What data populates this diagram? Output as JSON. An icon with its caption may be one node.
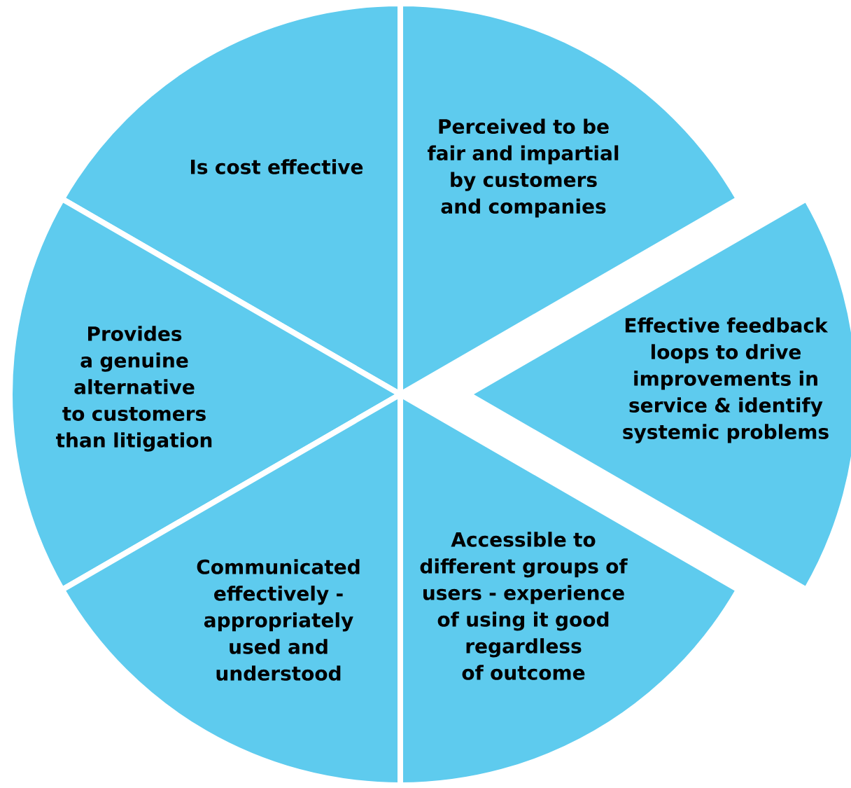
{
  "diagram": {
    "nodes": [
      {
        "text": [
          "Is cost effective"
        ]
      },
      {
        "text": [
          "Perceived to be fair and impartial by customers and companies"
        ]
      },
      {
        "text": [
          "Provides a genuine alternative to customers than litigation"
        ]
      },
      {
        "text": [
          "Effective feedback loops to drive improvements in service & identify systemic problems"
        ]
      },
      {
        "text": [
          "Communicated effectively - appropriately used and understood"
        ]
      },
      {
        "text": [
          "Accessible to different groups of users - experience of using it good regardless of outcome"
        ]
      }
    ]
  }
}
